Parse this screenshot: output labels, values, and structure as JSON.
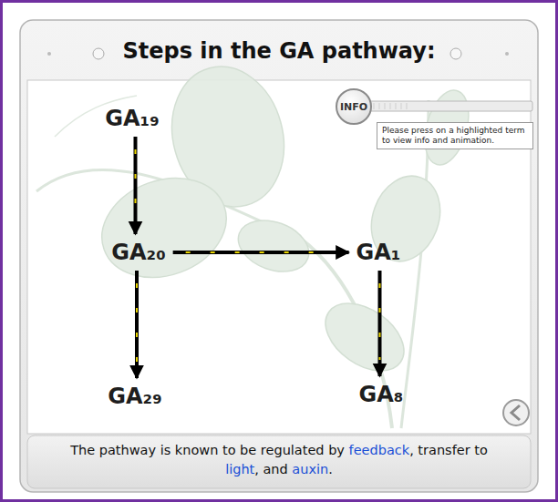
{
  "diagram": {
    "title": "Steps in the GA pathway:",
    "caption": "The pathway is known to be regulated by feedback, transfer to light, and auxin.",
    "nodes": [
      {
        "text": [
          "GA₁₉"
        ]
      },
      {
        "text": [
          "INFO"
        ]
      },
      {
        "text": [
          "Please press on a highlighted term to view info and animation."
        ]
      },
      {
        "text": [
          "GA₂₀"
        ]
      },
      {
        "text": [
          "GA₁"
        ]
      },
      {
        "text": [
          "GA₂₉"
        ]
      },
      {
        "text": [
          "GA₈"
        ]
      }
    ],
    "edges": [
      {
        "from": 0,
        "to": 3,
        "arrow": "to"
      },
      {
        "from": 3,
        "to": 4,
        "arrow": "to"
      },
      {
        "from": 3,
        "to": 5,
        "arrow": "to"
      },
      {
        "from": 4,
        "to": 6,
        "arrow": "to"
      }
    ]
  }
}
